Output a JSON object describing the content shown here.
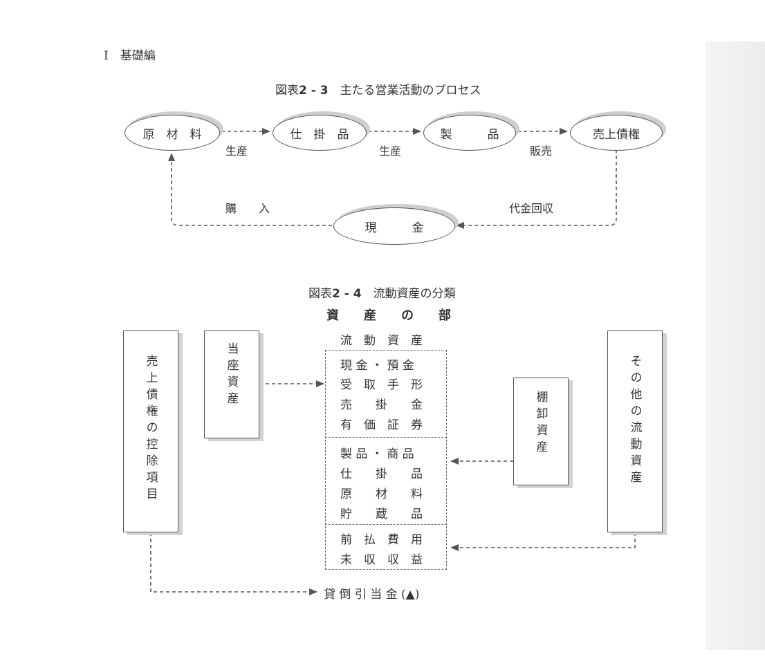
{
  "running_head": "I　基礎編",
  "fig23": {
    "caption_label": "図表",
    "caption_num": "2 - 3",
    "caption_text": "主たる営業活動のプロセス",
    "nodes": {
      "raw": "原　材　料",
      "wip": "仕　掛　品",
      "product": "製　　　品",
      "receivable": "売上債権",
      "cash": "現　　　金"
    },
    "edges": {
      "produce1": "生産",
      "produce2": "生産",
      "sale": "販売",
      "purchase": "購　　入",
      "collect": "代金回収"
    }
  },
  "fig24": {
    "caption_label": "図表",
    "caption_num": "2 - 4",
    "caption_text": "流動資産の分類",
    "header": "資　　産　　の　　部",
    "subheader": "流　動　資　産",
    "left_box": "売上債権の控除項目",
    "quick_box": "当座資産",
    "inventory_box": "棚卸資産",
    "other_box": "その他の流動資産",
    "group1": [
      "現 金 ・ 預 金",
      "受　取　手　形",
      "売　　掛　　金",
      "有　価　証　券"
    ],
    "group2": [
      "製 品 ・ 商 品",
      "仕　　掛　　品",
      "原　　材　　料",
      "貯　　蔵　　品"
    ],
    "group3": [
      "前　払　費　用",
      "未　収　収　益"
    ],
    "allowance": "貸 倒 引 当 金 (▲)"
  }
}
